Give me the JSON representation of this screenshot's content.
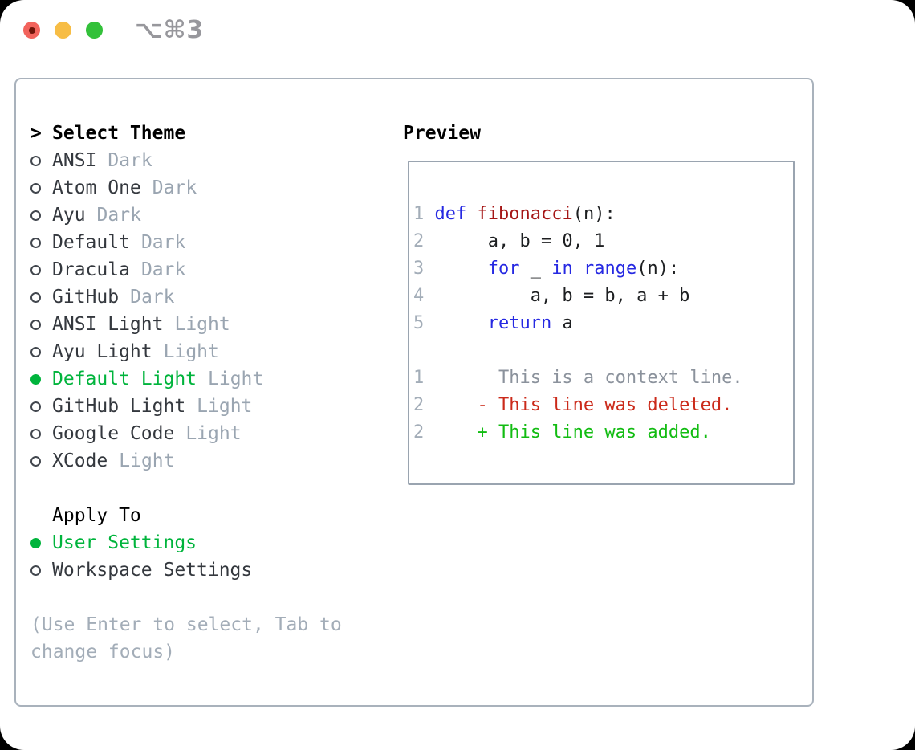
{
  "titlebar": {
    "shortcut": "⌥⌘3",
    "traffic_lights": [
      {
        "name": "close",
        "color": "#f2635c"
      },
      {
        "name": "minimize",
        "color": "#f7bd45"
      },
      {
        "name": "zoom",
        "color": "#33c13a"
      }
    ]
  },
  "theme_list": {
    "heading_prefix": ">",
    "heading": "Select Theme",
    "items": [
      {
        "name": "ANSI",
        "variant": "Dark",
        "selected": false
      },
      {
        "name": "Atom One",
        "variant": "Dark",
        "selected": false
      },
      {
        "name": "Ayu",
        "variant": "Dark",
        "selected": false
      },
      {
        "name": "Default",
        "variant": "Dark",
        "selected": false
      },
      {
        "name": "Dracula",
        "variant": "Dark",
        "selected": false
      },
      {
        "name": "GitHub",
        "variant": "Dark",
        "selected": false
      },
      {
        "name": "ANSI Light",
        "variant": "Light",
        "selected": false
      },
      {
        "name": "Ayu Light",
        "variant": "Light",
        "selected": false
      },
      {
        "name": "Default Light",
        "variant": "Light",
        "selected": true
      },
      {
        "name": "GitHub Light",
        "variant": "Light",
        "selected": false
      },
      {
        "name": "Google Code",
        "variant": "Light",
        "selected": false
      },
      {
        "name": "XCode",
        "variant": "Light",
        "selected": false
      }
    ]
  },
  "apply_to": {
    "heading": "Apply To",
    "options": [
      {
        "label": "User Settings",
        "selected": true
      },
      {
        "label": "Workspace Settings",
        "selected": false
      }
    ]
  },
  "hint": "(Use Enter to select, Tab to change focus)",
  "preview": {
    "heading": "Preview",
    "lines": [
      {
        "num": "1",
        "segments": [
          {
            "t": " "
          },
          {
            "t": "def",
            "c": "keyword"
          },
          {
            "t": " "
          },
          {
            "t": "fibonacci",
            "c": "function"
          },
          {
            "t": "(n):"
          }
        ]
      },
      {
        "num": "2",
        "segments": [
          {
            "t": "      a, b = 0, 1"
          }
        ]
      },
      {
        "num": "3",
        "segments": [
          {
            "t": "      "
          },
          {
            "t": "for",
            "c": "keyword"
          },
          {
            "t": " _ "
          },
          {
            "t": "in",
            "c": "keyword"
          },
          {
            "t": " "
          },
          {
            "t": "range",
            "c": "keyword"
          },
          {
            "t": "(n):"
          }
        ]
      },
      {
        "num": "4",
        "segments": [
          {
            "t": "          a, b = b, a + b"
          }
        ]
      },
      {
        "num": "5",
        "segments": [
          {
            "t": "      "
          },
          {
            "t": "return",
            "c": "keyword"
          },
          {
            "t": " a"
          }
        ]
      },
      {
        "num": "",
        "segments": []
      },
      {
        "num": "1",
        "segments": [
          {
            "t": "       This is a context line.",
            "c": "context"
          }
        ]
      },
      {
        "num": "2",
        "segments": [
          {
            "t": "     - This line was deleted.",
            "c": "deleted"
          }
        ]
      },
      {
        "num": "2",
        "segments": [
          {
            "t": "     + This line was added.",
            "c": "added"
          }
        ]
      }
    ]
  },
  "colors": {
    "selection_green": "#00b43c",
    "keyword_blue": "#2629e2",
    "function_red": "#a51616",
    "diff_deleted_red": "#cb2a1a",
    "diff_added_green": "#12bc12",
    "muted_gray": "#9aa5b1",
    "panel_border": "#a9b2bc"
  }
}
